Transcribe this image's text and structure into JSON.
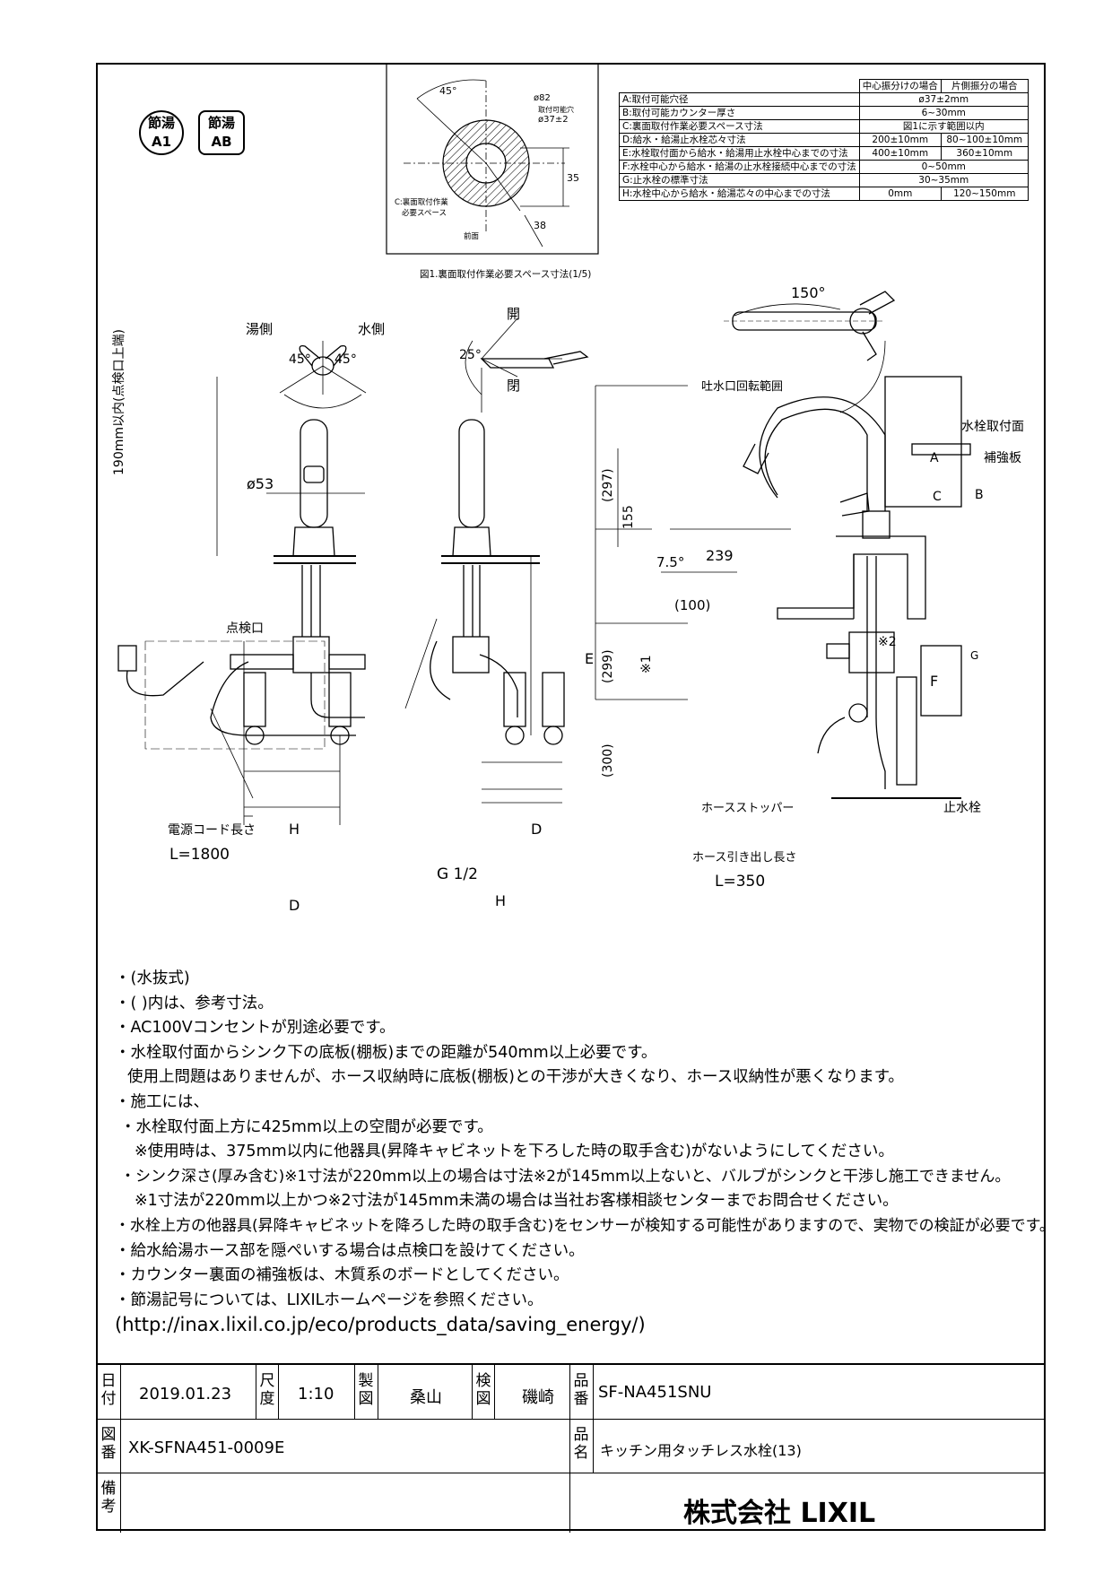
{
  "badges": [
    {
      "top": "節湯",
      "bottom": "A1"
    },
    {
      "top": "節湯",
      "bottom": "AB"
    }
  ],
  "detail": {
    "labels": {
      "angle": "45°",
      "dia_outer": "ø82",
      "install_range": "取付可能穴",
      "dia_inner": "ø37±2",
      "dim35": "35",
      "dim38": "38",
      "space_label1": "C:裏面取付作業",
      "space_label2": "必要スペース",
      "front": "前面"
    },
    "caption": "図1.裏面取付作業必要スペース寸法(1/5)"
  },
  "spec_table": {
    "headers": [
      "中心振分けの場合",
      "片側振分の場合"
    ],
    "rows": [
      {
        "label": "A:取付可能穴径",
        "center": "ø37±2mm",
        "side": ""
      },
      {
        "label": "B:取付可能カウンター厚さ",
        "center": "6~30mm",
        "side": ""
      },
      {
        "label": "C:裏面取付作業必要スペース寸法",
        "center": "図1に示す範囲以内",
        "side": ""
      },
      {
        "label": "D:給水・給湯止水栓芯々寸法",
        "center": "200±10mm",
        "side": "80~100±10mm"
      },
      {
        "label": "E:水栓取付面から給水・給湯用止水栓中心までの寸法",
        "center": "400±10mm",
        "side": "360±10mm"
      },
      {
        "label": "F:水栓中心から給水・給湯の止水栓接続中心までの寸法",
        "center": "0~50mm",
        "side": ""
      },
      {
        "label": "G:止水栓の標準寸法",
        "center": "30~35mm",
        "side": ""
      },
      {
        "label": "H:水栓中心から給水・給湯芯々の中心までの寸法",
        "center": "0mm",
        "side": "120~150mm"
      }
    ]
  },
  "drawing": {
    "hot_side": "湯側",
    "cold_side": "水側",
    "lever_angle": "45°",
    "open_a": "開",
    "open_b": "閉",
    "tilt": "25°",
    "rot_angle": "150°",
    "spout_rotation": "吐水口回転範囲",
    "height_note": "190mm以内(点検口上端)",
    "dia53": "ø53",
    "inspection": "点検口",
    "cord_label": "電源コード長さ",
    "cord_len": "L=1800",
    "g_half": "G 1/2",
    "H": "H",
    "D": "D",
    "E": "E",
    "F": "F",
    "G": "G",
    "A": "A",
    "B": "B",
    "C": "C",
    "d297": "(297)",
    "d155": "155",
    "d299": "(299)",
    "d300": "(300)",
    "d239": "239",
    "d100": "(100)",
    "d75": "7.5°",
    "star1": "※1",
    "star2": "※2",
    "mount_surface": "水栓取付面",
    "reinforce": "補強板",
    "hose_stopper": "ホースストッパー",
    "hose_pull": "ホース引き出し長さ",
    "hose_len": "L=350",
    "stop_valve": "止水栓"
  },
  "notes": [
    "・(水抜式)",
    "・( )内は、参考寸法。",
    "・AC100Vコンセントが別途必要です。",
    "・水栓取付面からシンク下の底板(棚板)までの距離が540mm以上必要です。",
    "  使用上問題はありませんが、ホース収納時に底板(棚板)との干渉が大きくなり、ホース収納性が悪くなります。",
    "・施工には、",
    "  ・水栓取付面上方に425mm以上の空間が必要です。",
    "    ※使用時は、375mm以内に他器具(昇降キャビネットを下ろした時の取手含む)がないようにしてください。",
    "  ・シンク深さ(厚み含む)※1寸法が220mm以上の場合は寸法※2が145mm以上ないと、バルブがシンクと干渉し施工できません。",
    "    ※1寸法が220mm以上かつ※2寸法が145mm未満の場合は当社お客様相談センターまでお問合せください。",
    "・水栓上方の他器具(昇降キャビネットを降ろした時の取手含む)をセンサーが検知する可能性がありますので、実物での検証が必要です。",
    "・給水給湯ホース部を隠ぺいする場合は点検口を設けてください。",
    "・カウンター裏面の補強板は、木質系のボードとしてください。",
    "・節湯記号については、LIXILホームページを参照ください。",
    "(http://inax.lixil.co.jp/eco/products_data/saving_energy/)"
  ],
  "title_block": {
    "date_label": "日付",
    "date": "2019.01.23",
    "scale_label": "尺度",
    "scale": "1:10",
    "drawn_label": "製図",
    "drawn": "桑山",
    "checked_label": "検図",
    "checked": "磯崎",
    "product_no_label": "品番",
    "product_no": "SF-NA451SNU",
    "drawing_no_label": "図番",
    "drawing_no": "XK-SFNA451-0009E",
    "product_name_label": "品名",
    "product_name": "キッチン用タッチレス水栓(13)",
    "remarks_label": "備考",
    "company": "株式会社 LIXIL"
  }
}
